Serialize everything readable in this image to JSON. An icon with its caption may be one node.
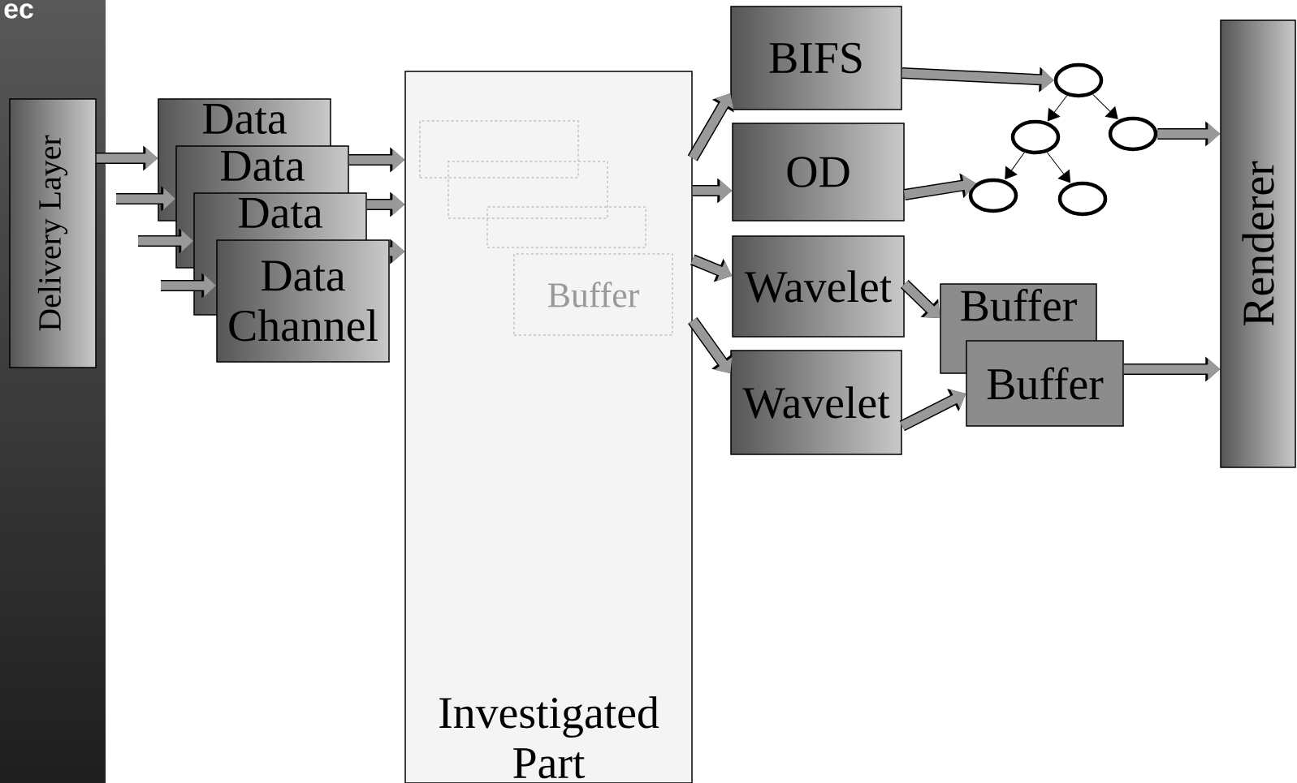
{
  "diagram": {
    "title": "ec",
    "nodes": [
      {
        "text": [
          "Delivery Layer"
        ]
      },
      {
        "text": [
          "Data"
        ]
      },
      {
        "text": [
          "Data"
        ]
      },
      {
        "text": [
          "Data"
        ]
      },
      {
        "text": [
          "Data Channel"
        ]
      },
      {
        "text": [
          "Investigated Part"
        ]
      },
      {
        "text": [],
        "shape": "box",
        "in": 5
      },
      {
        "text": [],
        "shape": "box",
        "in": 5
      },
      {
        "text": [],
        "shape": "box",
        "in": 5
      },
      {
        "text": [
          "Buffer"
        ],
        "in": 5
      },
      {
        "text": [
          "BIFS"
        ]
      },
      {
        "text": [
          "OD"
        ]
      },
      {
        "text": [
          "Wavelet"
        ]
      },
      {
        "text": [
          "Wavelet"
        ]
      },
      {
        "text": [],
        "shape": "circle"
      },
      {
        "text": [],
        "shape": "circle"
      },
      {
        "text": [],
        "shape": "circle"
      },
      {
        "text": [],
        "shape": "circle"
      },
      {
        "text": [],
        "shape": "circle"
      },
      {
        "text": [
          "Buffer"
        ]
      },
      {
        "text": [
          "Buffer"
        ]
      },
      {
        "text": [
          "Renderer"
        ]
      }
    ],
    "edges": [
      {
        "from": 0,
        "to": 1,
        "arrow": "to"
      },
      {
        "from": null,
        "to": 2,
        "arrow": "to"
      },
      {
        "from": null,
        "to": 3,
        "arrow": "to"
      },
      {
        "from": null,
        "to": 4,
        "arrow": "to"
      },
      {
        "from": 2,
        "to": 5,
        "arrow": "to"
      },
      {
        "from": 3,
        "to": 5,
        "arrow": "to"
      },
      {
        "from": 4,
        "to": 5,
        "arrow": "to"
      },
      {
        "from": 5,
        "to": 10,
        "arrow": "to"
      },
      {
        "from": 5,
        "to": 11,
        "arrow": "to"
      },
      {
        "from": 5,
        "to": 12,
        "arrow": "to"
      },
      {
        "from": 5,
        "to": 13,
        "arrow": "to"
      },
      {
        "from": 10,
        "to": 14,
        "arrow": "to"
      },
      {
        "from": 11,
        "to": 17,
        "arrow": "to"
      },
      {
        "from": 14,
        "to": 15,
        "arrow": "to",
        "color": "#000000"
      },
      {
        "from": 14,
        "to": 16,
        "arrow": "to",
        "color": "#000000"
      },
      {
        "from": 15,
        "to": 17,
        "arrow": "to",
        "color": "#000000"
      },
      {
        "from": 15,
        "to": 18,
        "arrow": "to",
        "color": "#000000"
      },
      {
        "from": 16,
        "to": 21,
        "arrow": "to"
      },
      {
        "from": 12,
        "to": 19,
        "arrow": "to"
      },
      {
        "from": 13,
        "to": 20,
        "arrow": "to"
      },
      {
        "from": 20,
        "to": 21,
        "arrow": "to"
      }
    ]
  }
}
